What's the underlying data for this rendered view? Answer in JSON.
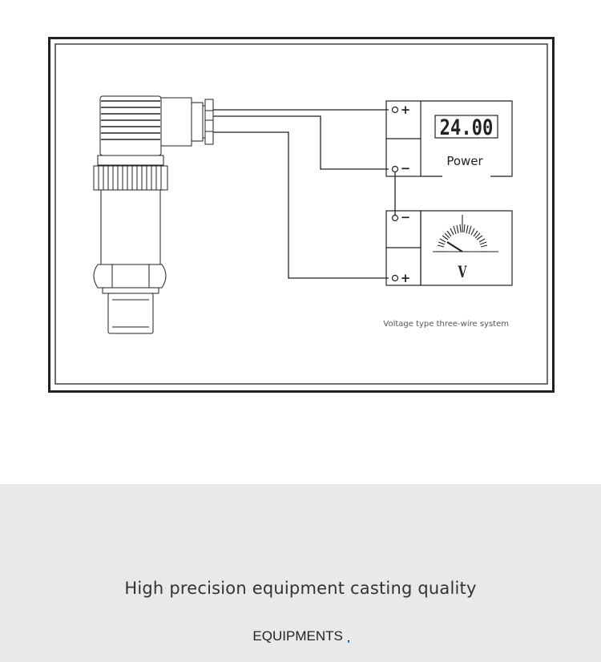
{
  "diagram": {
    "power_display_value": "24.00",
    "power_label": "Power",
    "meter_unit": "V",
    "terminal_plus": "+",
    "terminal_minus": "−",
    "caption": "Voltage type three-wire system"
  },
  "tagline": "High precision equipment casting quality",
  "category": {
    "label": "EQUIPMENTS",
    "underline_color": "#1e88e5"
  },
  "colors": {
    "line": "#222222",
    "panel_bg": "#e9e9e9"
  }
}
